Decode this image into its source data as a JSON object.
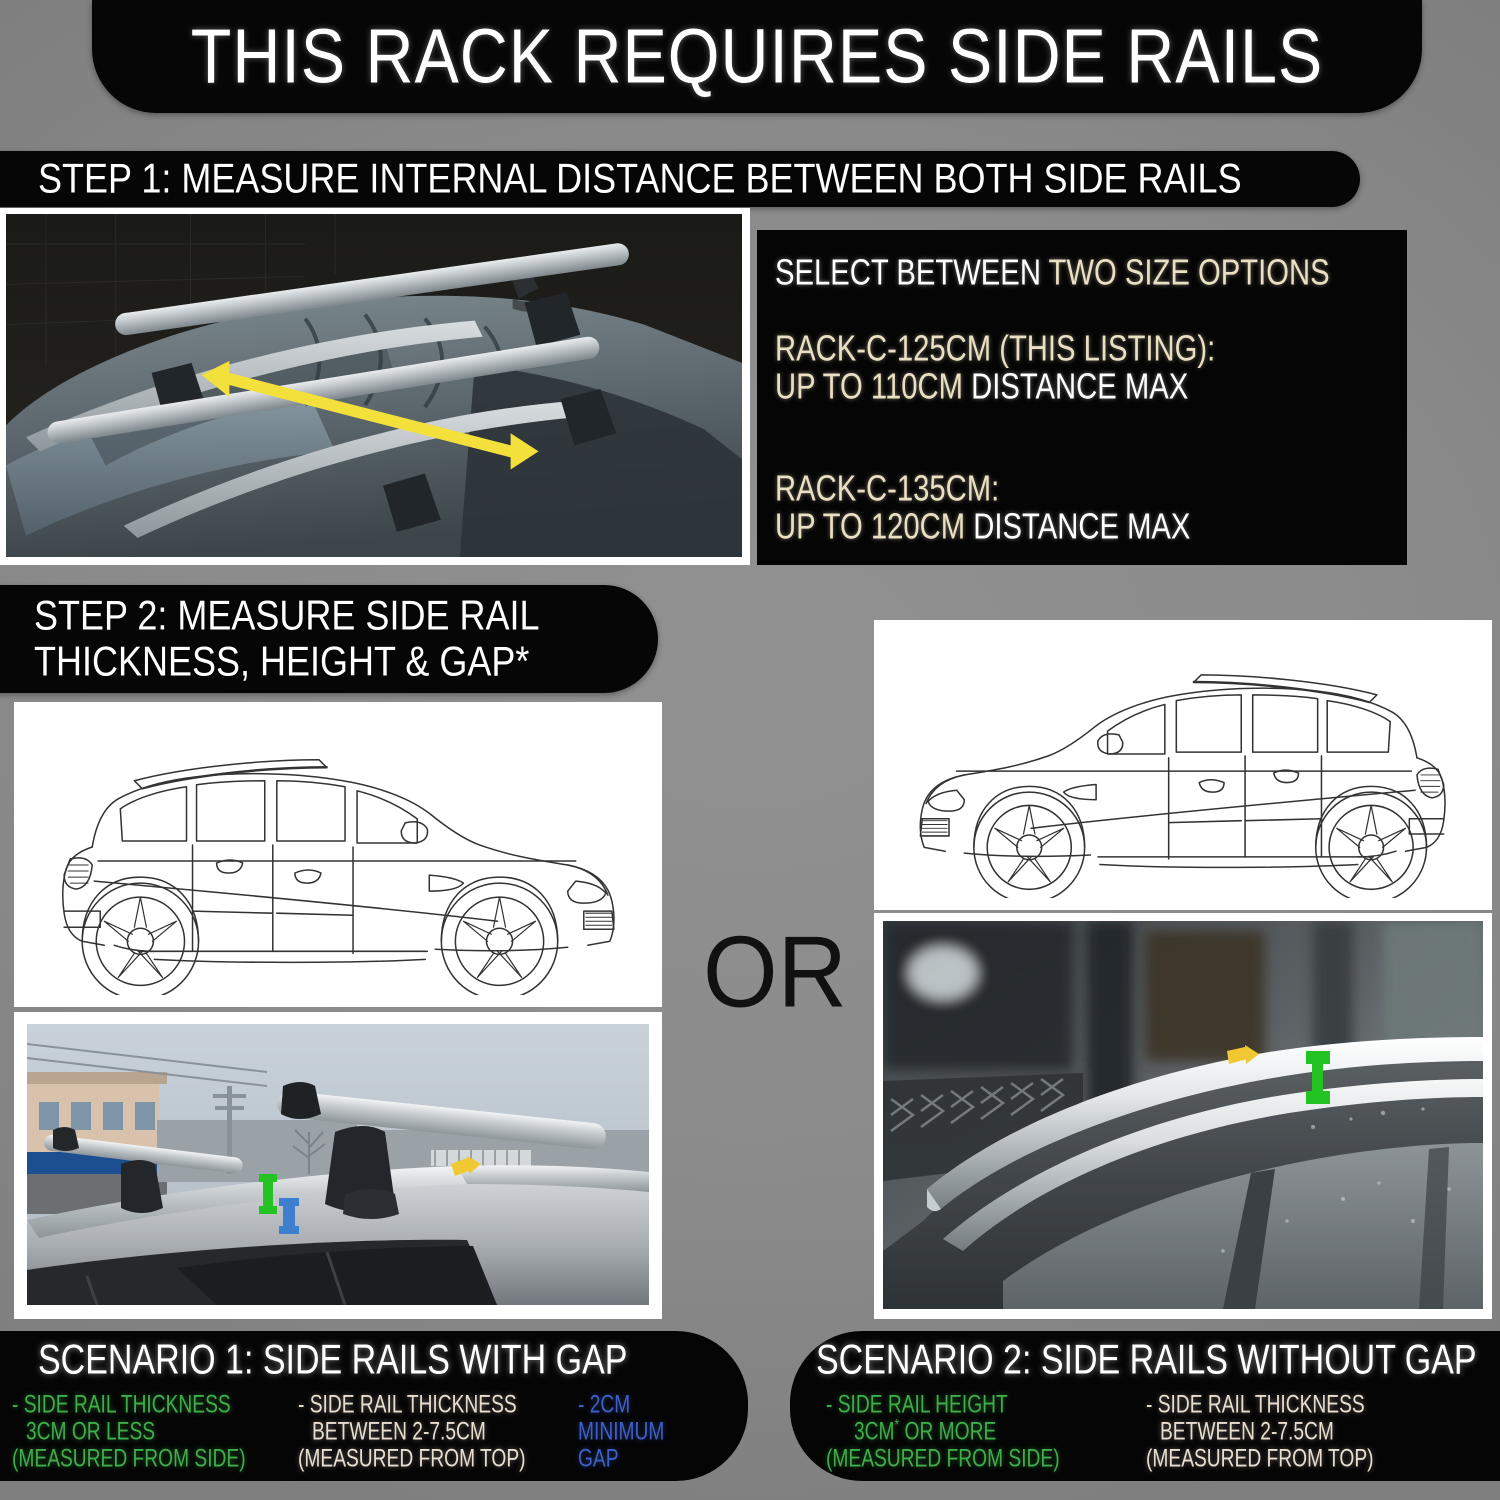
{
  "title": "THIS RACK REQUIRES SIDE RAILS",
  "step1": {
    "heading": "STEP 1: MEASURE INTERNAL DISTANCE BETWEEN BOTH SIDE RAILS",
    "spec": {
      "select_prefix": "SELECT BETWEEN ",
      "select_highlight": "TWO SIZE OPTIONS",
      "option1_name": "RACK-C-125CM (THIS LISTING):",
      "option1_value_gold": "UP TO 110CM ",
      "option1_value_white": "DISTANCE MAX",
      "option2_name": "RACK-C-135CM:",
      "option2_value_gold": "UP TO 120CM ",
      "option2_value_white": "DISTANCE MAX"
    }
  },
  "step2": {
    "heading_line1": "STEP 2: MEASURE SIDE RAIL",
    "heading_line2": "THICKNESS, HEIGHT & GAP*"
  },
  "or_label": "OR",
  "scenario1": {
    "title": "SCENARIO 1: SIDE RAILS WITH GAP",
    "col1": [
      "- SIDE RAIL THICKNESS",
      "3CM OR LESS",
      "(MEASURED FROM SIDE)"
    ],
    "col2": [
      "- SIDE RAIL THICKNESS",
      "BETWEEN 2-7.5CM",
      "(MEASURED FROM TOP)"
    ],
    "col3": [
      "- 2CM",
      "MINIMUM",
      "GAP"
    ]
  },
  "scenario2": {
    "title": "SCENARIO 2: SIDE RAILS WITHOUT GAP",
    "col1_line1": "- SIDE RAIL HEIGHT",
    "col1_line2_a": "3CM",
    "col1_line2_sup": "*",
    "col1_line2_b": " OR MORE",
    "col1_line3": "(MEASURED FROM SIDE)",
    "col2": [
      "- SIDE RAIL THICKNESS",
      "BETWEEN 2-7.5CM",
      "(MEASURED FROM TOP)"
    ]
  },
  "colors": {
    "background": "#8c8c8c",
    "panel_black": "#050505",
    "gold": "#e9dfc2",
    "green": "#3fae4a",
    "cream": "#e8ded0",
    "blue": "#3f5fc8",
    "marker_yellow": "#f2d232",
    "marker_green": "#22c322",
    "marker_blue": "#3f7fd0"
  },
  "images": {
    "roof_photo": "car-roof-with-crossbars-photo",
    "drawing_left": "suv-side-line-drawing-facing-right",
    "rail_gap_photo": "side-rails-with-gap-photo",
    "drawing_right": "suv-side-line-drawing-facing-left",
    "rail_nogap_photo": "side-rails-without-gap-photo"
  }
}
